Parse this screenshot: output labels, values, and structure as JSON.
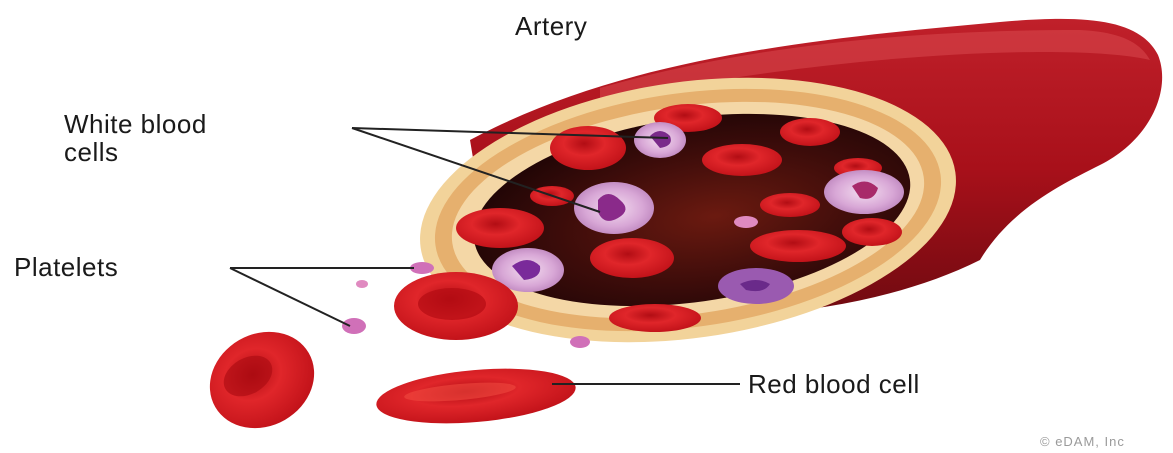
{
  "labels": {
    "artery": "Artery",
    "white_blood_cells_line1": "White blood",
    "white_blood_cells_line2": "cells",
    "platelets": "Platelets",
    "red_blood_cell": "Red blood cell"
  },
  "copyright": "© eDAM, Inc",
  "colors": {
    "artery_outer": "#a8101a",
    "artery_wall": "#f0c98a",
    "lumen": "#3a0a0a",
    "red_cell": "#d4121a",
    "white_cell": "#8a3a9a",
    "platelet": "#d070b8",
    "leader_line": "#222222"
  }
}
